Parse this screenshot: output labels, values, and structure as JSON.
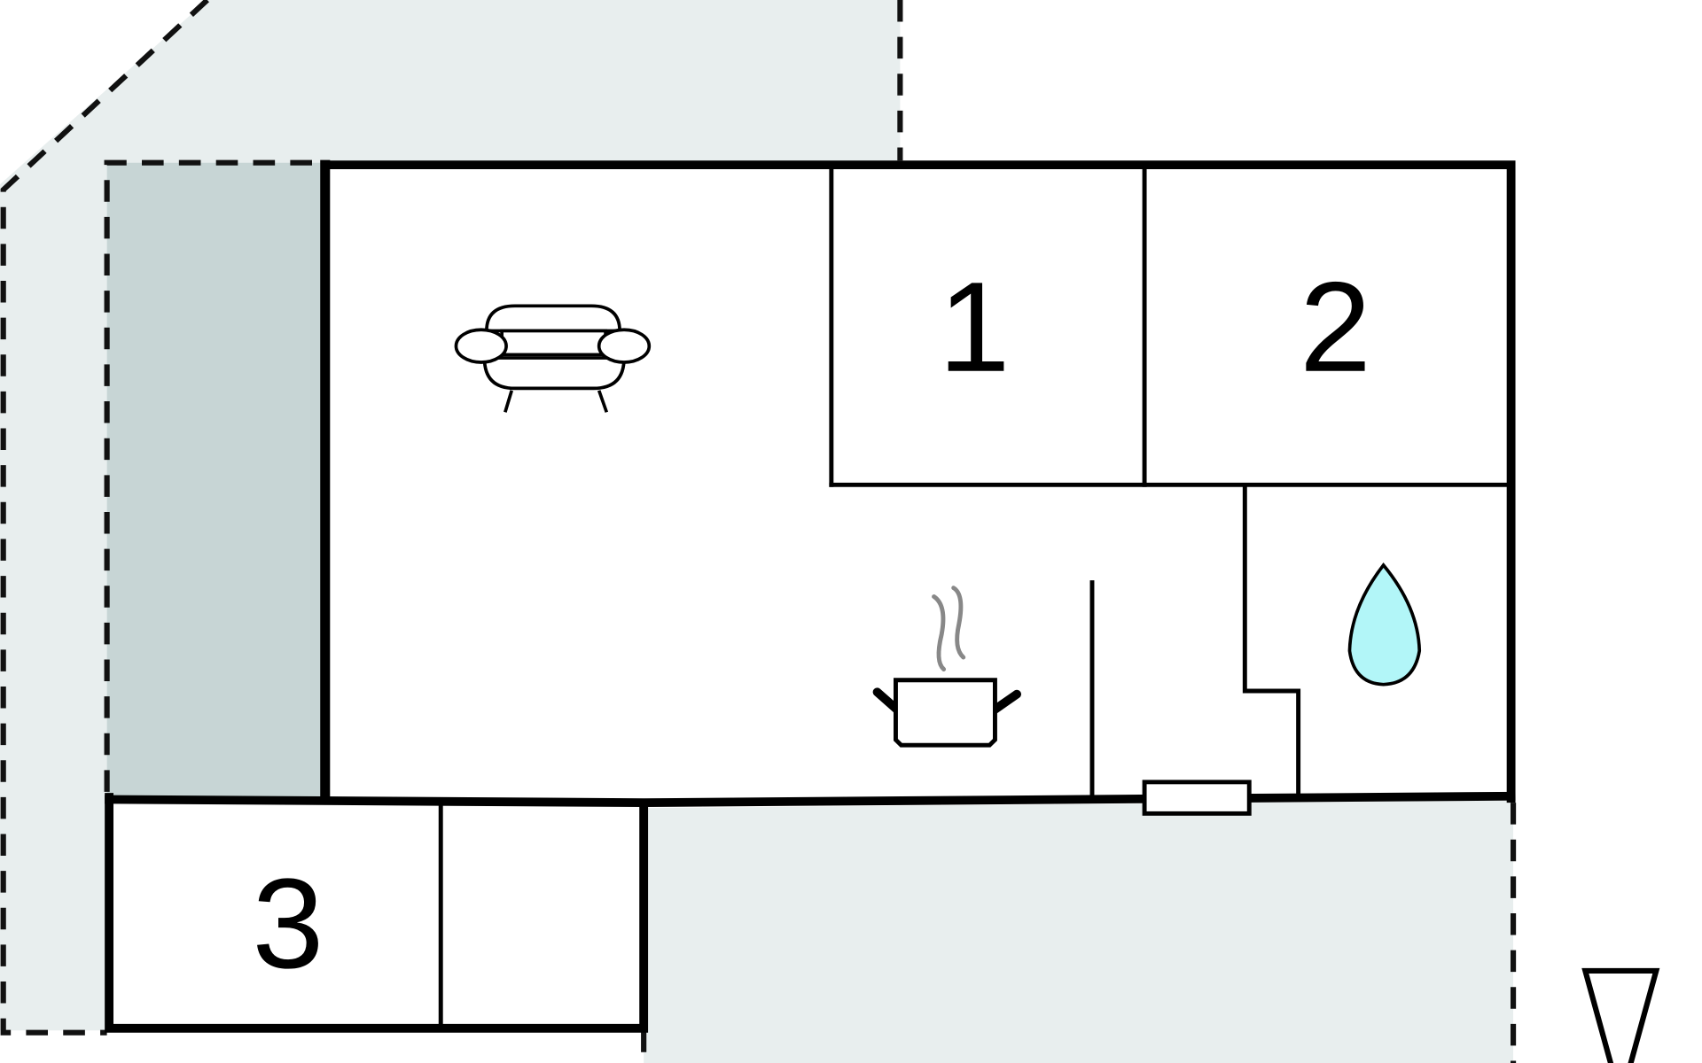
{
  "rooms": {
    "bedroom_1": {
      "label": "1"
    },
    "bedroom_2": {
      "label": "2"
    },
    "bedroom_3": {
      "label": "3"
    }
  },
  "icons": [
    "sofa-icon",
    "cooking-pot-icon",
    "water-drop-icon",
    "entrance-triangle-icon"
  ],
  "colors": {
    "outdoor_area": "#e8eeee",
    "terrace": "#c7d5d5",
    "water": "#b2f6f8",
    "steam": "#888888",
    "wall": "#000000"
  }
}
